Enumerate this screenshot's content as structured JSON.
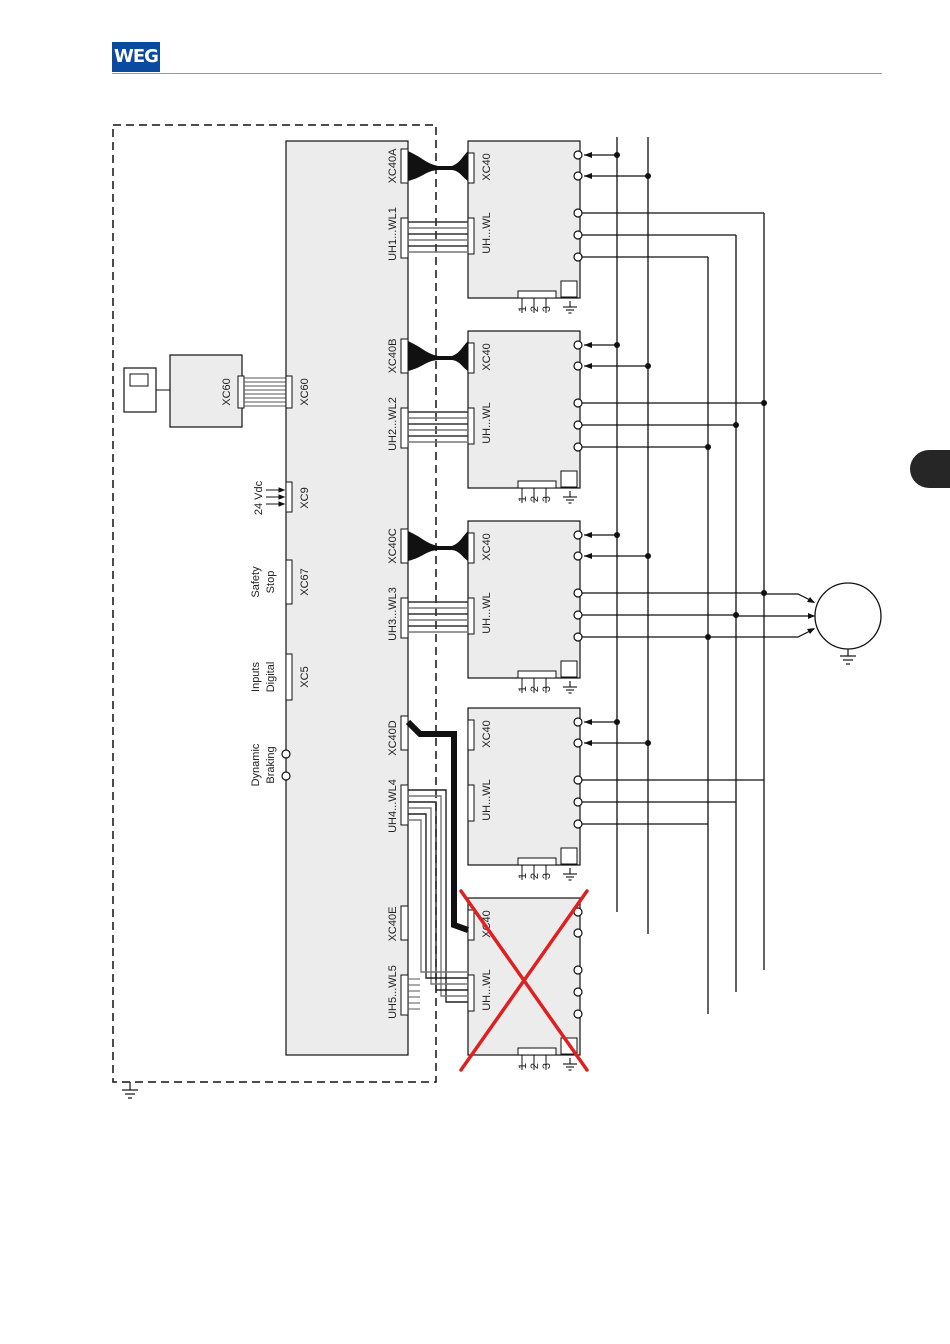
{
  "header": {
    "logo_text": "WEG"
  },
  "diagram": {
    "control_unit": {
      "connectors": [
        "XC60",
        "XC9",
        "XC67",
        "XC5"
      ],
      "power_connectors": [
        {
          "signal": "XC40A",
          "power": "UH1...WL1"
        },
        {
          "signal": "XC40B",
          "power": "UH2...WL2"
        },
        {
          "signal": "XC40C",
          "power": "UH3...WL3"
        },
        {
          "signal": "XC40D",
          "power": "UH4...WL4"
        },
        {
          "signal": "XC40E",
          "power": "UH5...WL5"
        }
      ]
    },
    "hmi": {
      "connector": "XC60"
    },
    "labels": {
      "supply": "24 Vdc",
      "safety_1": "Safety",
      "safety_2": "Stop",
      "inputs_1": "Inputs",
      "inputs_2": "Digital",
      "braking_1": "Dynamic",
      "braking_2": "Braking"
    },
    "power_unit": {
      "signal_connector": "XC40",
      "power_connector": "UH...WL",
      "terminals": [
        "1",
        "2",
        "3"
      ]
    },
    "removed_module_index": 4
  }
}
